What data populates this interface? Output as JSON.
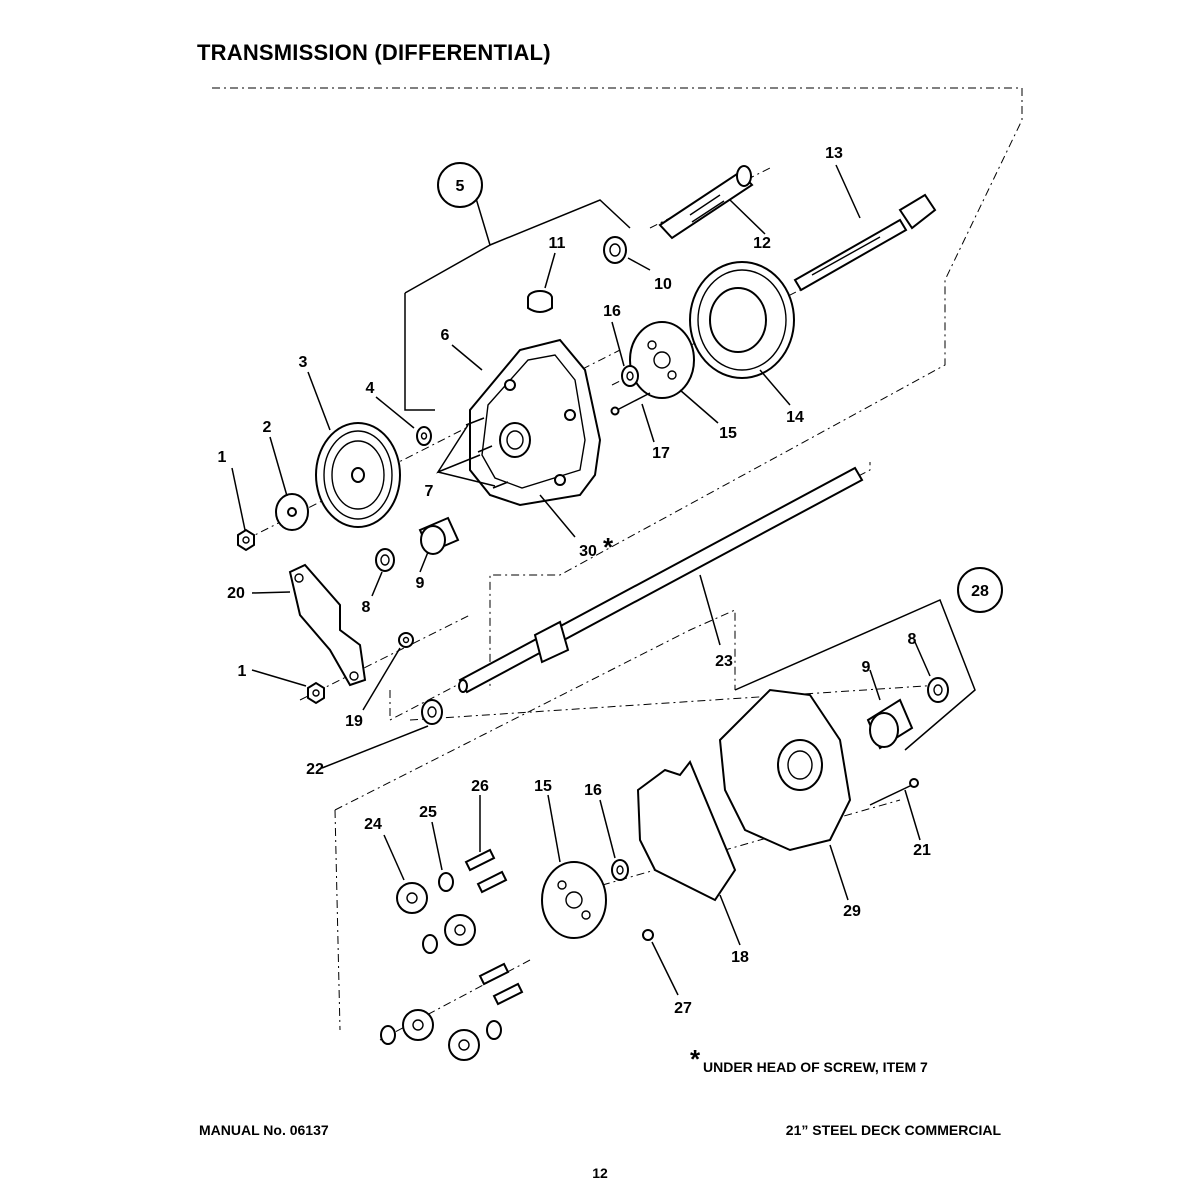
{
  "page": {
    "title": "TRANSMISSION (DIFFERENTIAL)",
    "manual_number": "MANUAL No. 06137",
    "model": "21” STEEL DECK COMMERCIAL",
    "page_number": "12"
  },
  "diagram": {
    "footnote_symbol": "*",
    "footnote_text": "UNDER HEAD OF SCREW, ITEM 7",
    "callouts": {
      "c1a": "1",
      "c1b": "1",
      "c2": "2",
      "c3": "3",
      "c4": "4",
      "c5": "5",
      "c6": "6",
      "c7": "7",
      "c8a": "8",
      "c8b": "8",
      "c9a": "9",
      "c9b": "9",
      "c10": "10",
      "c11": "11",
      "c12": "12",
      "c13": "13",
      "c14": "14",
      "c15a": "15",
      "c15b": "15",
      "c16a": "16",
      "c16b": "16",
      "c17": "17",
      "c18": "18",
      "c19": "19",
      "c20": "20",
      "c21": "21",
      "c22": "22",
      "c23": "23",
      "c24": "24",
      "c25": "25",
      "c26": "26",
      "c27": "27",
      "c28": "28",
      "c29": "29",
      "c30": "30"
    }
  }
}
